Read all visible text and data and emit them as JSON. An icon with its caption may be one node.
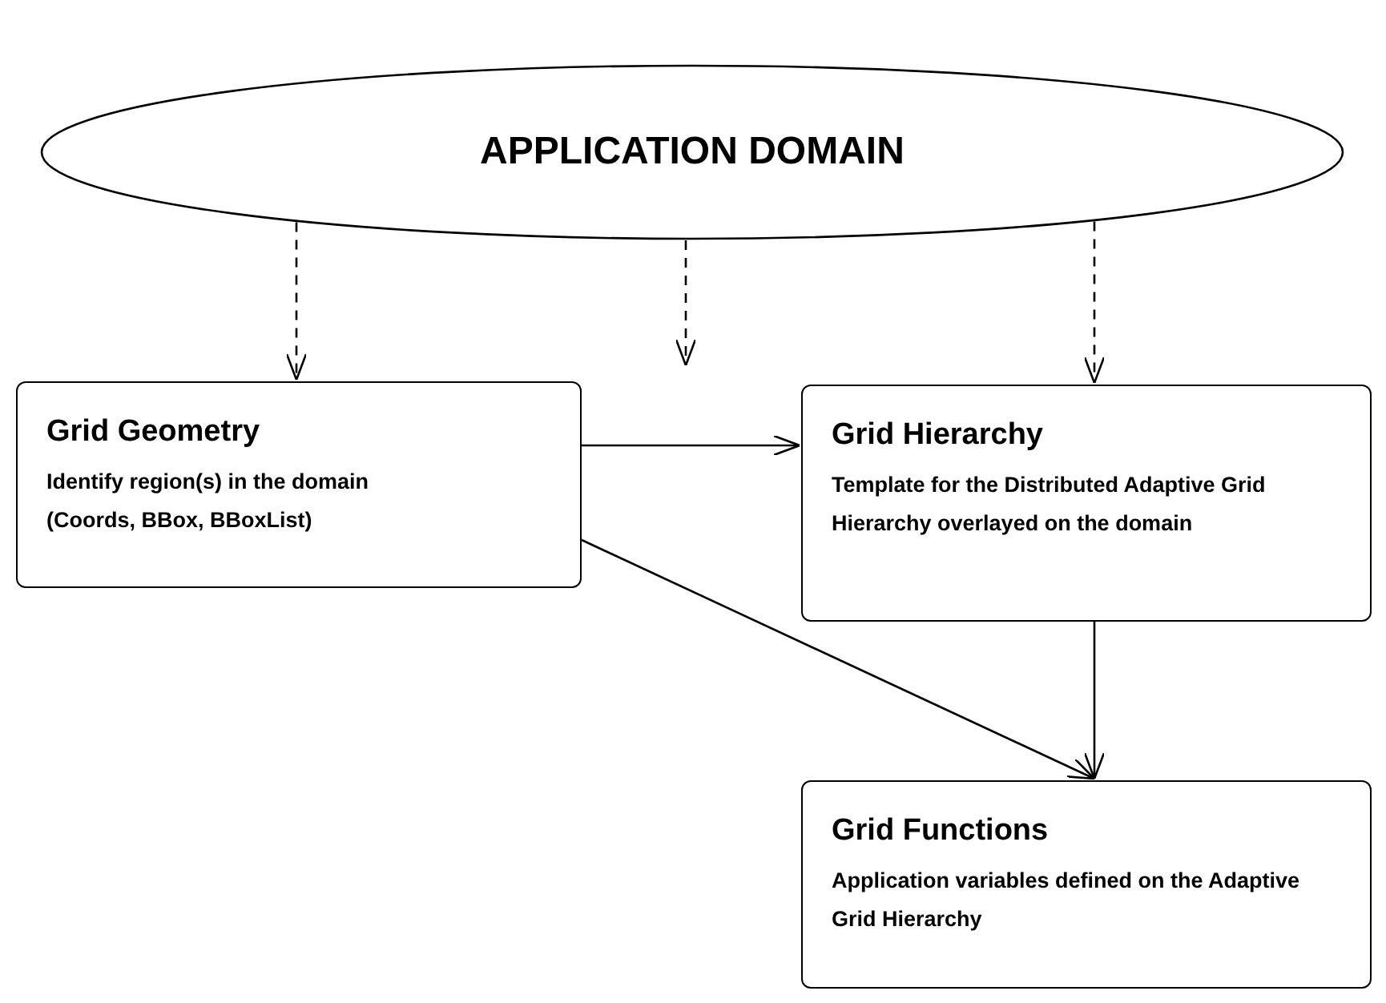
{
  "diagram": {
    "nodes": [
      {
        "text": [
          "APPLICATION DOMAIN"
        ]
      },
      {
        "text": [
          "Grid Geometry",
          "Identify region(s) in the domain (Coords, BBox, BBoxList)"
        ]
      },
      {
        "text": [
          "Grid Hierarchy",
          "Template for the Distributed Adaptive Grid Hierarchy overlayed on the domain"
        ]
      },
      {
        "text": [
          "Grid Functions",
          "Application variables defined on the Adaptive Grid Hierarchy"
        ]
      }
    ],
    "edges": [
      {
        "from": 0,
        "to": 1,
        "arrow": "to",
        "style": "dashed"
      },
      {
        "from": 0,
        "to": null,
        "arrow": "to",
        "style": "dashed"
      },
      {
        "from": 0,
        "to": 2,
        "arrow": "to",
        "style": "dashed"
      },
      {
        "from": 1,
        "to": 2,
        "arrow": "to"
      },
      {
        "from": 1,
        "to": 3,
        "arrow": "to"
      },
      {
        "from": 2,
        "to": 3,
        "arrow": "to"
      }
    ]
  }
}
